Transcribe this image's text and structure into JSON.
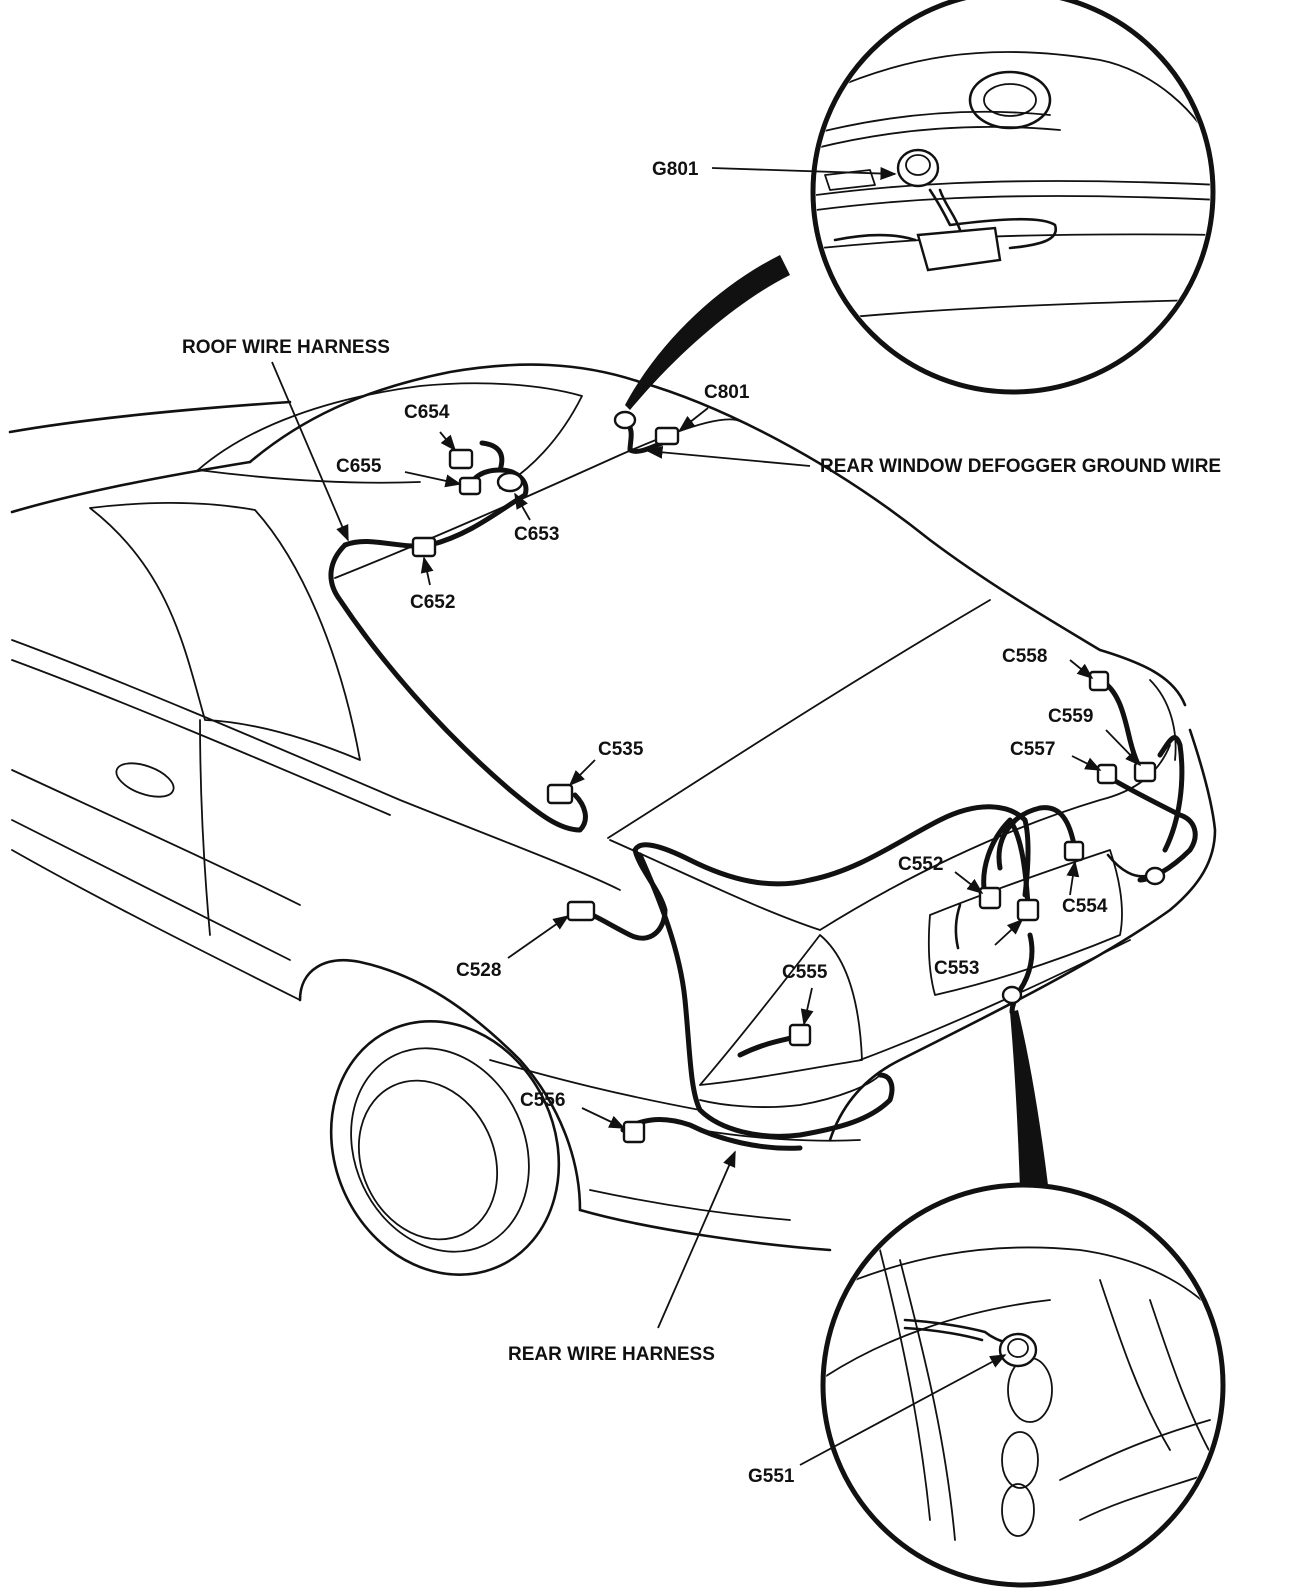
{
  "labels": {
    "roof_harness": "ROOF WIRE HARNESS",
    "rear_harness": "REAR WIRE HARNESS",
    "defogger_ground": "REAR WINDOW DEFOGGER GROUND WIRE",
    "g801": "G801",
    "g551": "G551"
  },
  "connectors": [
    {
      "id": "C801",
      "label": "C801"
    },
    {
      "id": "C654",
      "label": "C654"
    },
    {
      "id": "C655",
      "label": "C655"
    },
    {
      "id": "C653",
      "label": "C653"
    },
    {
      "id": "C652",
      "label": "C652"
    },
    {
      "id": "C558",
      "label": "C558"
    },
    {
      "id": "C559",
      "label": "C559"
    },
    {
      "id": "C557",
      "label": "C557"
    },
    {
      "id": "C535",
      "label": "C535"
    },
    {
      "id": "C552",
      "label": "C552"
    },
    {
      "id": "C554",
      "label": "C554"
    },
    {
      "id": "C553",
      "label": "C553"
    },
    {
      "id": "C528",
      "label": "C528"
    },
    {
      "id": "C555",
      "label": "C555"
    },
    {
      "id": "C556",
      "label": "C556"
    }
  ]
}
